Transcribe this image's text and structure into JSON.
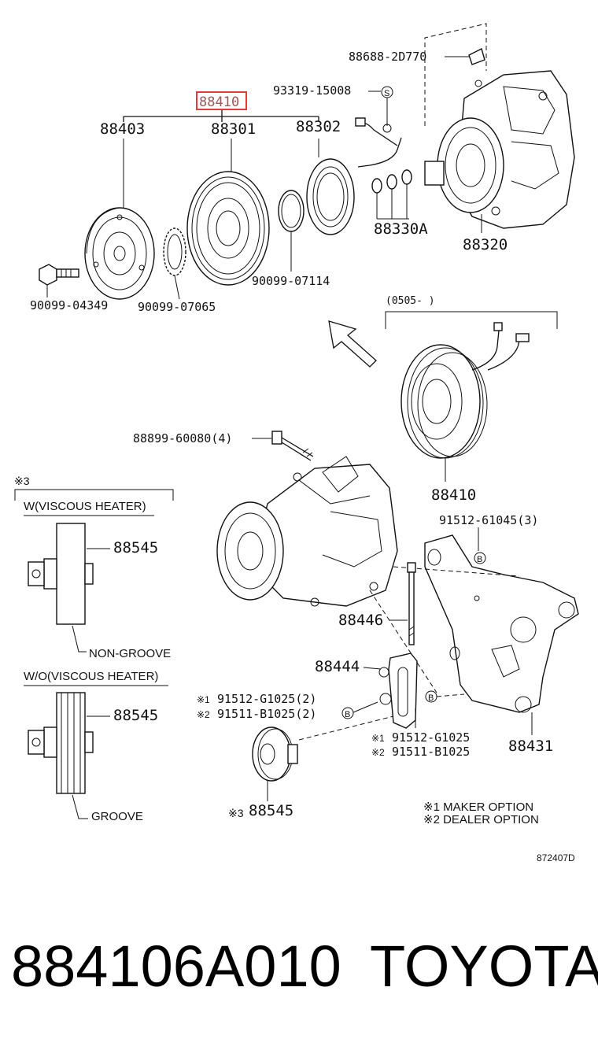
{
  "diagram": {
    "highlight_color": "#e23b3b",
    "assembly_label": "88410",
    "labels": {
      "p88403": "88403",
      "p88301": "88301",
      "p88302": "88302",
      "p88688": "88688-2D770",
      "p93319": "93319-15008",
      "s_circle": "S",
      "p88330A": "88330A",
      "p88320": "88320",
      "p90099_04349": "90099-04349",
      "p90099_07065": "90099-07065",
      "p90099_07114": "90099-07114",
      "date_range": "(0505-      )",
      "p88410_lower": "88410",
      "p88899": "88899-60080(4)",
      "note3_mark": "※3",
      "w_viscous": "W(VISCOUS HEATER)",
      "wo_viscous": "W/O(VISCOUS HEATER)",
      "p88545_a": "88545",
      "p88545_b": "88545",
      "p88545_c": "88545",
      "note3_prefix": "※3",
      "non_groove": "NON-GROOVE",
      "groove": "GROOVE",
      "p91512_61045": "91512-61045(3)",
      "b_circle": "B",
      "p88446": "88446",
      "p88444": "88444",
      "p91512_G1025_2": "91512-G1025(2)",
      "p91511_B1025_2": "91511-B1025(2)",
      "mark1": "※1",
      "mark2": "※2",
      "p91512_G1025": "91512-G1025",
      "p91511_B1025": "91511-B1025",
      "p88431": "88431",
      "maker_option": "※1 MAKER OPTION",
      "dealer_option": "※2 DEALER OPTION",
      "drawing_no": "872407D"
    }
  },
  "footer": {
    "part_number": "884106A010",
    "brand": "TOYOTA"
  }
}
